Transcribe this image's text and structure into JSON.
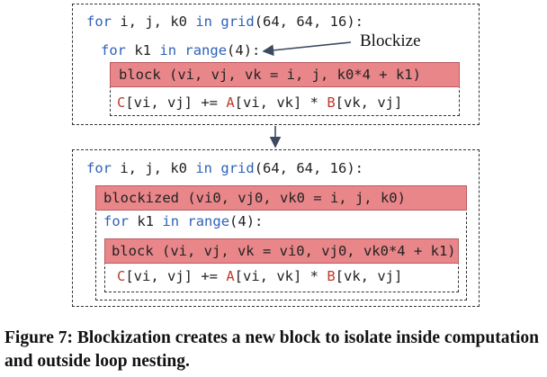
{
  "top": {
    "line1": {
      "kw1": "for",
      "vars": "i, j, k0",
      "kw2": "in",
      "fn": "grid",
      "args": "(64, 64, 16):"
    },
    "line2": {
      "kw1": "for",
      "var": "k1",
      "kw2": "in",
      "fn": "range",
      "args": "(4):"
    },
    "block": "block (vi, vj, vk = i, j, k0*4 + k1)",
    "stmt": {
      "c": "C",
      "c_idx": "[vi, vj] += ",
      "a": "A",
      "a_idx": "[vi, vk] * ",
      "b": "B",
      "b_idx": "[vk, vj]"
    }
  },
  "annotation": "Blockize",
  "bottom": {
    "line1": {
      "kw1": "for",
      "vars": "i, j, k0",
      "kw2": "in",
      "fn": "grid",
      "args": "(64, 64, 16):"
    },
    "blockized": "blockized (vi0, vj0, vk0 = i, j, k0)",
    "line2": {
      "kw1": "for",
      "var": "k1",
      "kw2": "in",
      "fn": "range",
      "args": "(4):"
    },
    "block": "block (vi, vj, vk = vi0, vj0, vk0*4 + k1)",
    "stmt": {
      "c": "C",
      "c_idx": "[vi, vj] += ",
      "a": "A",
      "a_idx": "[vi, vk] * ",
      "b": "B",
      "b_idx": "[vk, vj]"
    }
  },
  "caption": "Figure 7: Blockization creates a new block to isolate inside computation and outside loop nesting."
}
